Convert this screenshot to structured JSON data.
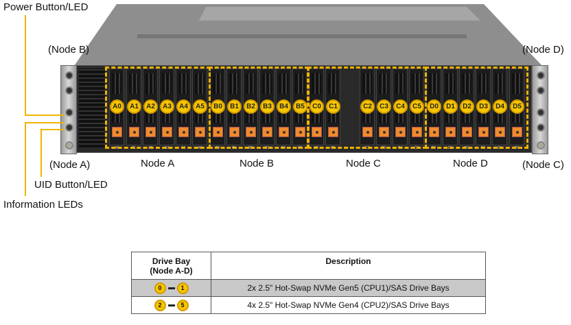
{
  "callouts": {
    "power": "Power Button/LED",
    "node_b_left": "(Node B)",
    "node_d_right": "(Node D)",
    "node_a_left": "(Node A)",
    "node_c_right": "(Node C)",
    "uid": "UID Button/LED",
    "info_leds": "Information LEDs"
  },
  "nodes": [
    "Node A",
    "Node B",
    "Node C",
    "Node D"
  ],
  "bays": [
    "A0",
    "A1",
    "A2",
    "A3",
    "A4",
    "A5",
    "B0",
    "B1",
    "B2",
    "B3",
    "B4",
    "B5",
    "C0",
    "C1",
    "C2",
    "C3",
    "C4",
    "C5",
    "D0",
    "D1",
    "D2",
    "D3",
    "D4",
    "D5"
  ],
  "colors": {
    "accent": "#f0b400",
    "badge": "#f7c600",
    "tab": "#f08a2c"
  },
  "table": {
    "headers": [
      "Drive Bay (Node A-D)",
      "Description"
    ],
    "header_line1": "Drive Bay",
    "header_line2": "(Node A-D)",
    "rows": [
      {
        "from": "0",
        "to": "1",
        "description": "2x 2.5\" Hot-Swap NVMe Gen5 (CPU1)/SAS Drive Bays"
      },
      {
        "from": "2",
        "to": "5",
        "description": "4x 2.5\" Hot-Swap NVMe Gen4 (CPU2)/SAS Drive Bays"
      }
    ]
  }
}
